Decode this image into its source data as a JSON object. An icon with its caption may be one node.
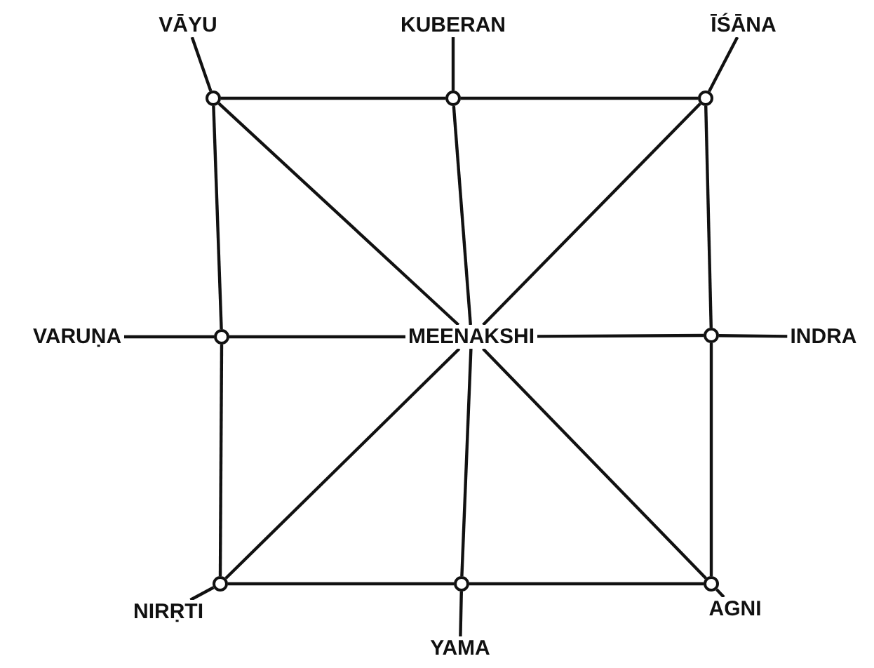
{
  "diagram": {
    "nodes": [
      {
        "text": [
          "KUBERAN"
        ]
      },
      {
        "text": [
          "VĀYU"
        ]
      },
      {
        "text": [
          "ĪŚĀNA"
        ]
      },
      {
        "text": [],
        "shape": "circle"
      },
      {
        "text": [],
        "shape": "circle"
      },
      {
        "text": [],
        "shape": "circle"
      },
      {
        "text": [
          "VARUṆA"
        ]
      },
      {
        "text": [],
        "shape": "circle"
      },
      {
        "text": [
          "MEENAKSHI"
        ]
      },
      {
        "text": [],
        "shape": "circle"
      },
      {
        "text": [
          "INDRA"
        ]
      },
      {
        "text": [],
        "shape": "circle"
      },
      {
        "text": [],
        "shape": "circle"
      },
      {
        "text": [],
        "shape": "circle"
      },
      {
        "text": [
          "NIRṚTI"
        ]
      },
      {
        "text": [
          "AGNI"
        ]
      },
      {
        "text": [
          "YAMA"
        ]
      }
    ],
    "edges": [
      {
        "from": 3,
        "to": 4,
        "arrow": "none"
      },
      {
        "from": 4,
        "to": 5,
        "arrow": "none"
      },
      {
        "from": 3,
        "to": 7,
        "arrow": "none"
      },
      {
        "from": 7,
        "to": 11,
        "arrow": "none"
      },
      {
        "from": 5,
        "to": 9,
        "arrow": "none"
      },
      {
        "from": 9,
        "to": 13,
        "arrow": "none"
      },
      {
        "from": 11,
        "to": 12,
        "arrow": "none"
      },
      {
        "from": 12,
        "to": 13,
        "arrow": "none"
      },
      {
        "from": 8,
        "to": 3,
        "arrow": "none"
      },
      {
        "from": 8,
        "to": 4,
        "arrow": "none"
      },
      {
        "from": 8,
        "to": 5,
        "arrow": "none"
      },
      {
        "from": 8,
        "to": 7,
        "arrow": "none"
      },
      {
        "from": 8,
        "to": 9,
        "arrow": "none"
      },
      {
        "from": 8,
        "to": 11,
        "arrow": "none"
      },
      {
        "from": 8,
        "to": 12,
        "arrow": "none"
      },
      {
        "from": 8,
        "to": 13,
        "arrow": "none"
      },
      {
        "from": 0,
        "to": 4,
        "arrow": "none"
      },
      {
        "from": 1,
        "to": 3,
        "arrow": "none"
      },
      {
        "from": 2,
        "to": 5,
        "arrow": "none"
      },
      {
        "from": 6,
        "to": 7,
        "arrow": "none"
      },
      {
        "from": 9,
        "to": 10,
        "arrow": "none"
      },
      {
        "from": 14,
        "to": 11,
        "arrow": "none"
      },
      {
        "from": 16,
        "to": 12,
        "arrow": "none"
      },
      {
        "from": 15,
        "to": 13,
        "arrow": "none"
      }
    ]
  }
}
